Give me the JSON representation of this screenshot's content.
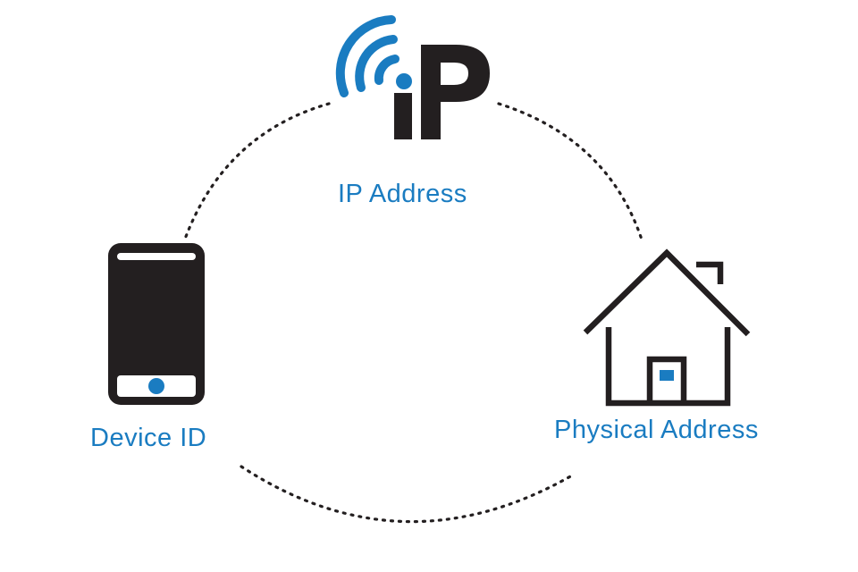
{
  "colors": {
    "accent_blue": "#1a7cc1",
    "dark": "#231f20",
    "dots": "#231f20",
    "background": "#ffffff"
  },
  "nodes": {
    "ip": {
      "logo_text": "iP",
      "label": "IP Address",
      "icon": "wifi-ip-logo-icon"
    },
    "device": {
      "label": "Device ID",
      "icon": "smartphone-icon"
    },
    "physical": {
      "label": "Physical Address",
      "icon": "house-icon"
    }
  }
}
